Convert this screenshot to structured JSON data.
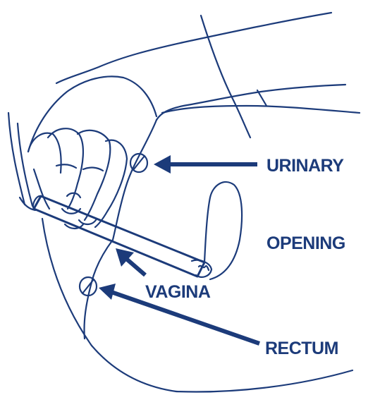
{
  "colors": {
    "ink": "#1c3b7a",
    "background": "#ffffff"
  },
  "labels": {
    "urinary": "URINARY",
    "opening": "OPENING",
    "vagina": "VAGINA",
    "rectum": "RECTUM"
  }
}
